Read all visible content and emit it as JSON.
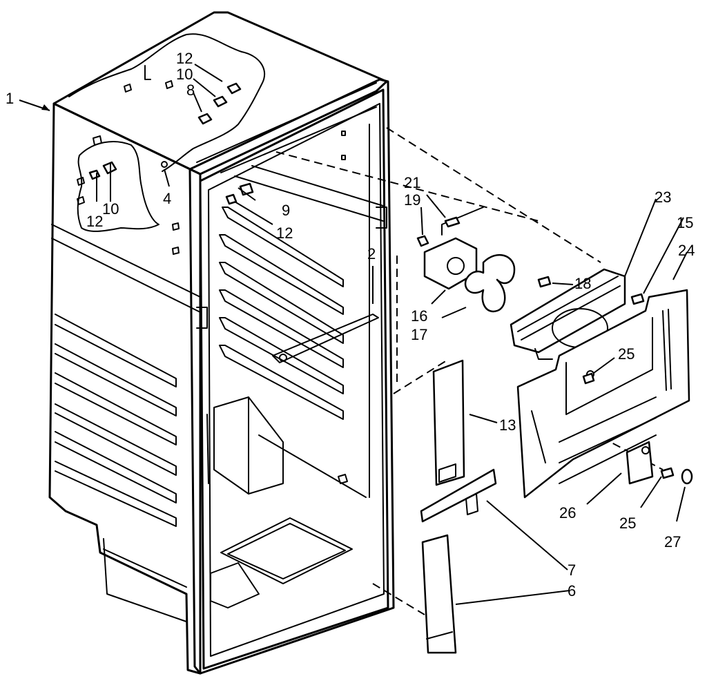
{
  "callouts": [
    {
      "id": "c1",
      "text": "1"
    },
    {
      "id": "c2",
      "text": "2"
    },
    {
      "id": "c4",
      "text": "4"
    },
    {
      "id": "c6",
      "text": "6"
    },
    {
      "id": "c7",
      "text": "7"
    },
    {
      "id": "c8",
      "text": "8"
    },
    {
      "id": "c9",
      "text": "9"
    },
    {
      "id": "c10a",
      "text": "10"
    },
    {
      "id": "c10b",
      "text": "10"
    },
    {
      "id": "c12a",
      "text": "12"
    },
    {
      "id": "c12b",
      "text": "12"
    },
    {
      "id": "c12c",
      "text": "12"
    },
    {
      "id": "c13",
      "text": "13"
    },
    {
      "id": "c15",
      "text": "15"
    },
    {
      "id": "c16",
      "text": "16"
    },
    {
      "id": "c17",
      "text": "17"
    },
    {
      "id": "c18",
      "text": "18"
    },
    {
      "id": "c19",
      "text": "19"
    },
    {
      "id": "c21",
      "text": "21"
    },
    {
      "id": "c23",
      "text": "23"
    },
    {
      "id": "c24",
      "text": "24"
    },
    {
      "id": "c25a",
      "text": "25"
    },
    {
      "id": "c25b",
      "text": "25"
    },
    {
      "id": "c26",
      "text": "26"
    },
    {
      "id": "c27",
      "text": "27"
    }
  ],
  "labels": {
    "c1": "1",
    "c2": "2",
    "c4": "4",
    "c6": "6",
    "c7": "7",
    "c8": "8",
    "c9": "9",
    "c10a": "10",
    "c10b": "10",
    "c12a": "12",
    "c12b": "12",
    "c12c": "12",
    "c13": "13",
    "c15": "15",
    "c16": "16",
    "c17": "17",
    "c18": "18",
    "c19": "19",
    "c21": "21",
    "c23": "23",
    "c24": "24",
    "c25a": "25",
    "c25b": "25",
    "c26": "26",
    "c27": "27"
  }
}
